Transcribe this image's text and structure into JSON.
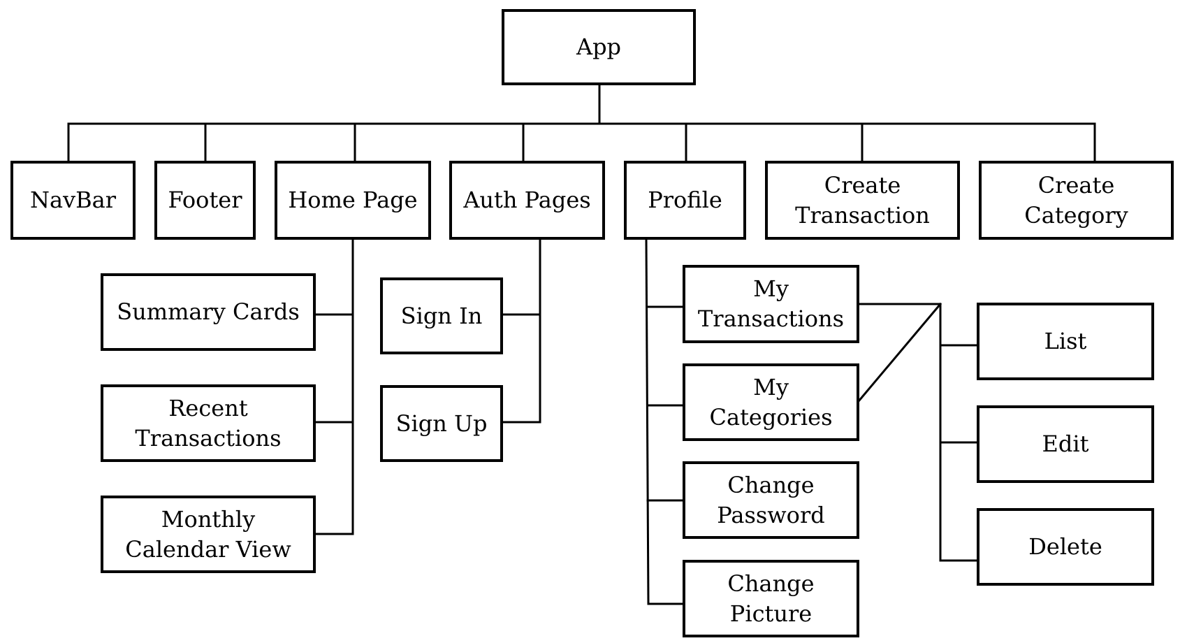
{
  "nodes": {
    "app": "App",
    "navbar": "NavBar",
    "footer": "Footer",
    "home_page": "Home Page",
    "auth_pages": "Auth Pages",
    "profile": "Profile",
    "create_transaction": "Create\nTransaction",
    "create_category": "Create\nCategory",
    "summary_cards": "Summary Cards",
    "recent_transactions": "Recent\nTransactions",
    "monthly_calendar_view": "Monthly\nCalendar View",
    "sign_in": "Sign In",
    "sign_up": "Sign Up",
    "my_transactions": "My\nTransactions",
    "my_categories": "My\nCategories",
    "change_password": "Change\nPassword",
    "change_picture": "Change\nPicture",
    "list": "List",
    "edit": "Edit",
    "delete": "Delete"
  },
  "edges": [
    [
      "app",
      "navbar"
    ],
    [
      "app",
      "footer"
    ],
    [
      "app",
      "home_page"
    ],
    [
      "app",
      "auth_pages"
    ],
    [
      "app",
      "profile"
    ],
    [
      "app",
      "create_transaction"
    ],
    [
      "app",
      "create_category"
    ],
    [
      "home_page",
      "summary_cards"
    ],
    [
      "home_page",
      "recent_transactions"
    ],
    [
      "home_page",
      "monthly_calendar_view"
    ],
    [
      "auth_pages",
      "sign_in"
    ],
    [
      "auth_pages",
      "sign_up"
    ],
    [
      "profile",
      "my_transactions"
    ],
    [
      "profile",
      "my_categories"
    ],
    [
      "profile",
      "change_password"
    ],
    [
      "profile",
      "change_picture"
    ],
    [
      "my_transactions",
      "list"
    ],
    [
      "my_transactions",
      "edit"
    ],
    [
      "my_transactions",
      "delete"
    ],
    [
      "my_categories",
      "list"
    ],
    [
      "my_categories",
      "edit"
    ],
    [
      "my_categories",
      "delete"
    ]
  ]
}
